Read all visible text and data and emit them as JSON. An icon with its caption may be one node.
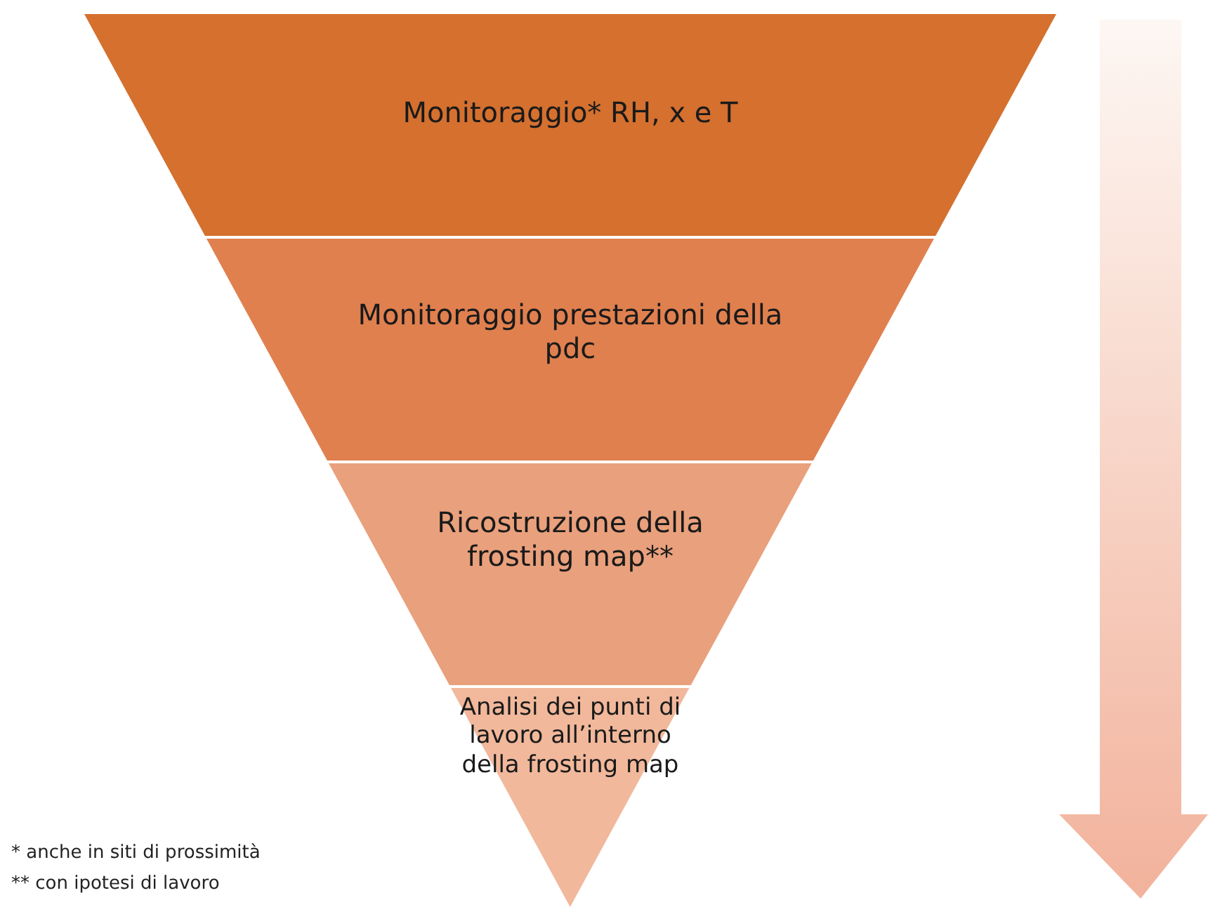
{
  "diagram": {
    "nodes": [
      {
        "text": [
          "Monitoraggio* RH, x e T"
        ]
      },
      {
        "text": [
          "Monitoraggio prestazioni della pdc"
        ]
      },
      {
        "text": [
          "Ricostruzione della frosting map**"
        ]
      },
      {
        "text": [
          "Analisi dei punti di lavoro all’interno della frosting map"
        ]
      }
    ],
    "labels": [
      "* anche in siti di prossimità",
      "** con ipotesi di lavoro"
    ]
  }
}
